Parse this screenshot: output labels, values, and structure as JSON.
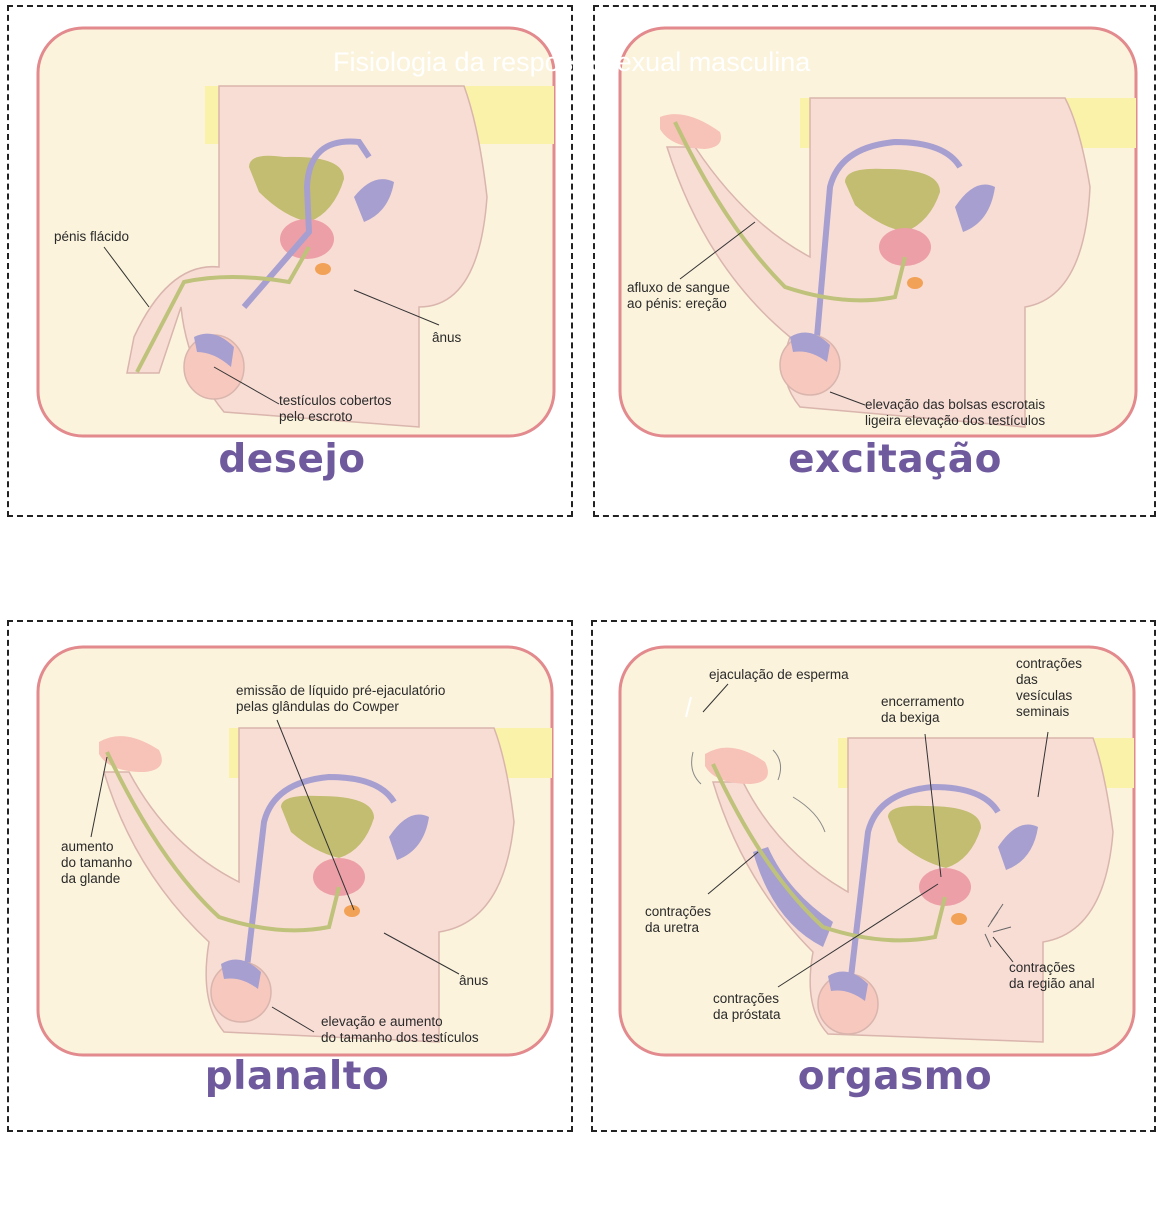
{
  "title": "Fisiologia da resposta sexual masculina",
  "colors": {
    "panel_fill": "#fbf3dc",
    "panel_border": "#e28a8d",
    "body": "#f8ddd5",
    "bladder": "#c2bd70",
    "prostate": "#ec9fa7",
    "tube_purple": "#a69fcf",
    "stage_text": "#6f5a9e"
  },
  "panels": [
    {
      "stage": "desejo",
      "labels": {
        "penis": "pénis flácido",
        "anus": "ânus",
        "testicles": "testículos cobertos\npelo escroto"
      }
    },
    {
      "stage": "excitação",
      "labels": {
        "blood": "afluxo de sangue\nao pénis: ereção",
        "scrotum": "elevação das bolsas escrotais\nligeira elevação dos testículos"
      }
    },
    {
      "stage": "planalto",
      "labels": {
        "cowper": "emissão de líquido pré-ejaculatório\npelas glândulas do Cowper",
        "glans": "aumento\ndo tamanho\nda glande",
        "anus": "ânus",
        "testicles": "elevação e aumento\ndo tamanho dos testículos"
      }
    },
    {
      "stage": "orgasmo",
      "labels": {
        "ejaculation": "ejaculação de esperma",
        "vesicles": "contrações\ndas\nvesículas\nseminais",
        "bladder": "encerramento\nda bexiga",
        "urethra": "contrações\nda uretra",
        "anal": "contrações\nda região anal",
        "prostate": "contrações\nda próstata"
      }
    }
  ]
}
